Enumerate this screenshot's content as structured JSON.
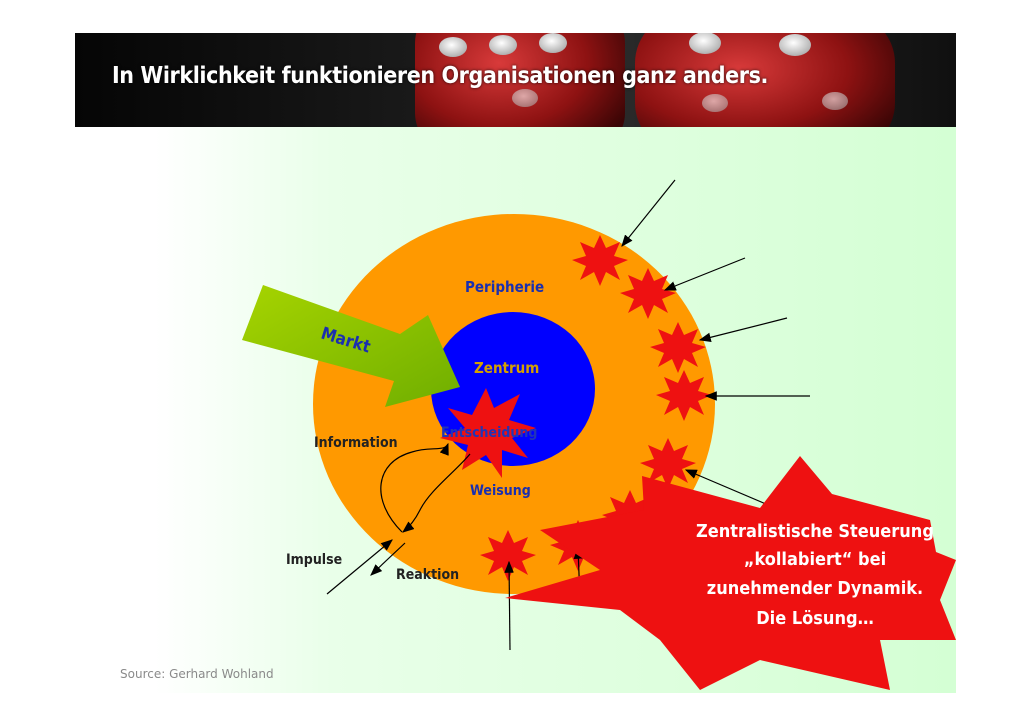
{
  "title": "In Wirklichkeit funktionieren Organisationen ganz anders.",
  "diagram": {
    "peripherie": "Peripherie",
    "zentrum": "Zentrum",
    "markt": "Markt",
    "entscheidung": "Entscheidung",
    "information": "Information",
    "weisung": "Weisung",
    "impulse": "Impulse",
    "reaktion": "Reaktion"
  },
  "callout": {
    "line1": "Zentralistische Steuerung",
    "line2": "„kollabiert“ bei",
    "line3": "zunehmender Dynamik.",
    "line4": "Die Lösung…"
  },
  "source": "Source: Gerhard Wohland",
  "colors": {
    "orange": "#ff9900",
    "blue": "#0000ff",
    "red": "#ee1111",
    "green": "#8cc400",
    "text_dark": "#222222",
    "text_blue": "#1a2fb0",
    "background_green": "#dcffdc"
  }
}
